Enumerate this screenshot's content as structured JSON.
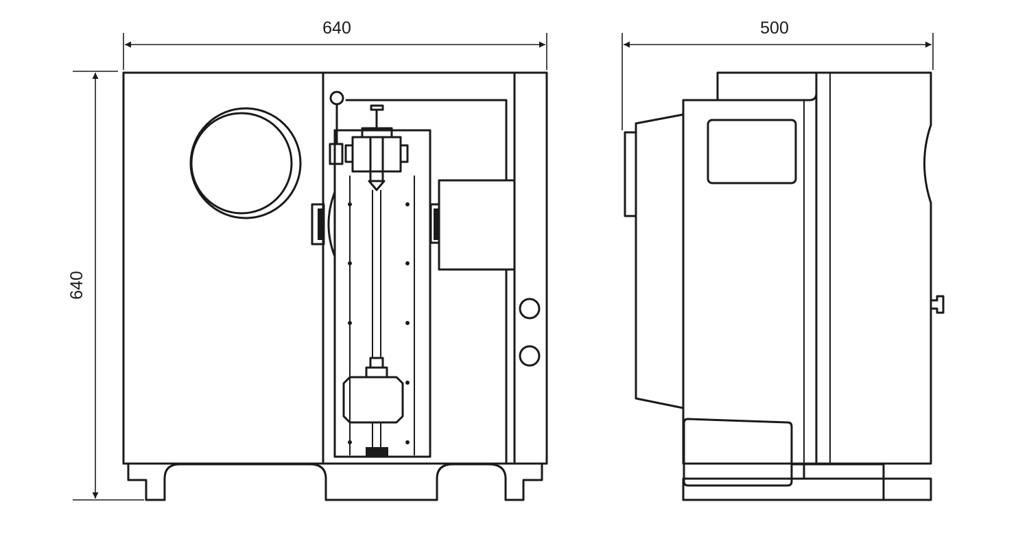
{
  "dimensions": {
    "front_width": "640",
    "front_height": "640",
    "side_depth": "500"
  },
  "colors": {
    "line": "#1a1a1a",
    "background": "#ffffff"
  }
}
